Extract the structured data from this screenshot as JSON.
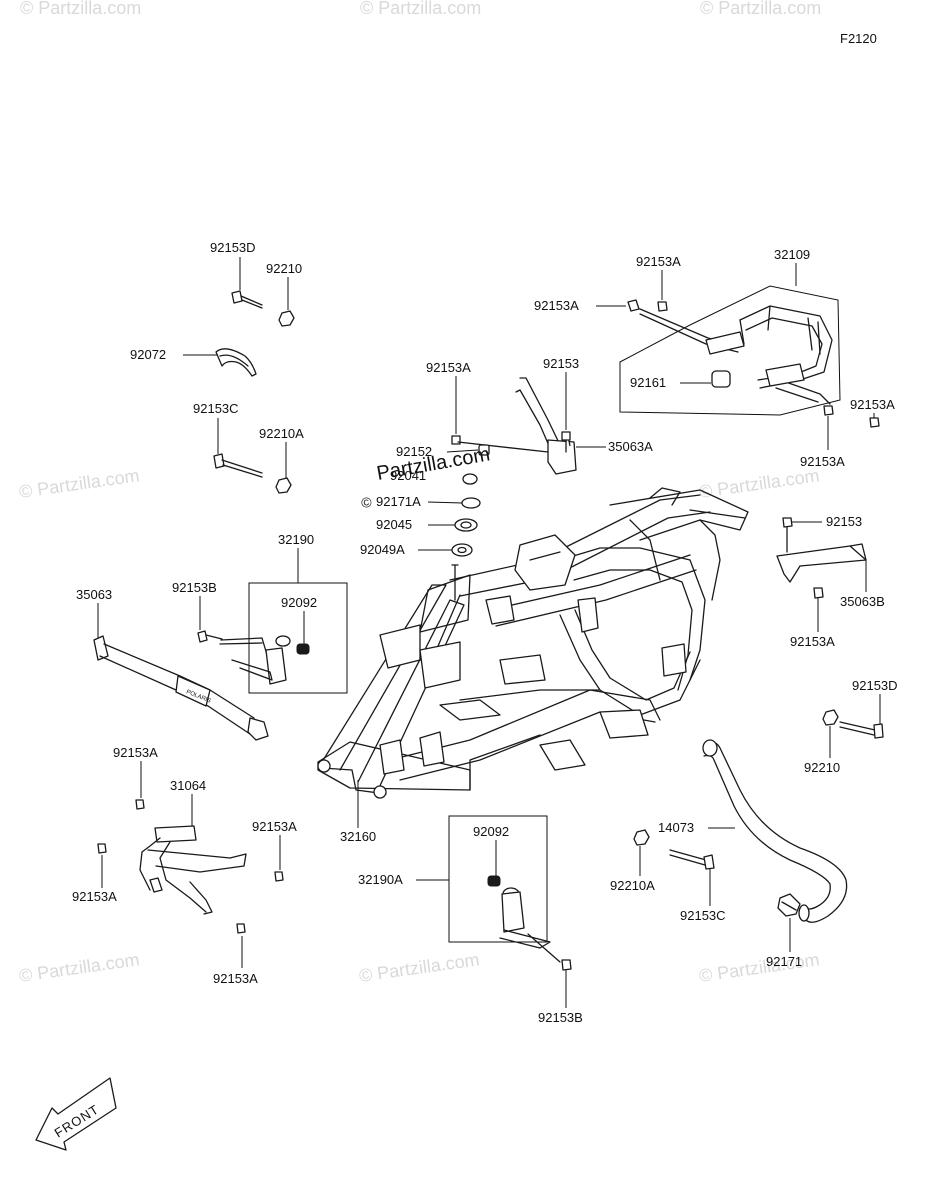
{
  "figure_code": "F2120",
  "watermark": "© Partzilla.com",
  "watermark_center": "Partzilla.com",
  "front_label": "FRONT",
  "callouts": {
    "p92153D_a": "92153D",
    "p92210_a": "92210",
    "p92072": "92072",
    "p92153C_a": "92153C",
    "p92210A_a": "92210A",
    "p32190": "32190",
    "p92153B_a": "92153B",
    "p92092_a": "92092",
    "p35063": "35063",
    "p92153A_left": "92153A",
    "p31064": "31064",
    "p92153A_mid": "92153A",
    "p92153A_botleft": "92153A",
    "p92153A_bot": "92153A",
    "p32160": "32160",
    "p92153A_top": "92153A",
    "p92153": "92153",
    "p35063A": "35063A",
    "p92152": "92152",
    "p92041": "92041",
    "p92171A": "92171A",
    "p92045": "92045",
    "p92049A": "92049A",
    "p92153A_rt1": "92153A",
    "p32109": "32109",
    "p92153A_rt0": "92153A",
    "p92161": "92161",
    "p92153A_rt2": "92153A",
    "p92153A_rt3": "92153A",
    "p92153_r": "92153",
    "p35063B": "35063B",
    "p92153A_r": "92153A",
    "p92153D_r": "92153D",
    "p92210_r": "92210",
    "p14073": "14073",
    "p92210A_r": "92210A",
    "p92153C_r": "92153C",
    "p92171": "92171",
    "p92092_b": "92092",
    "p32190A": "32190A",
    "p92153B_b": "92153B"
  }
}
